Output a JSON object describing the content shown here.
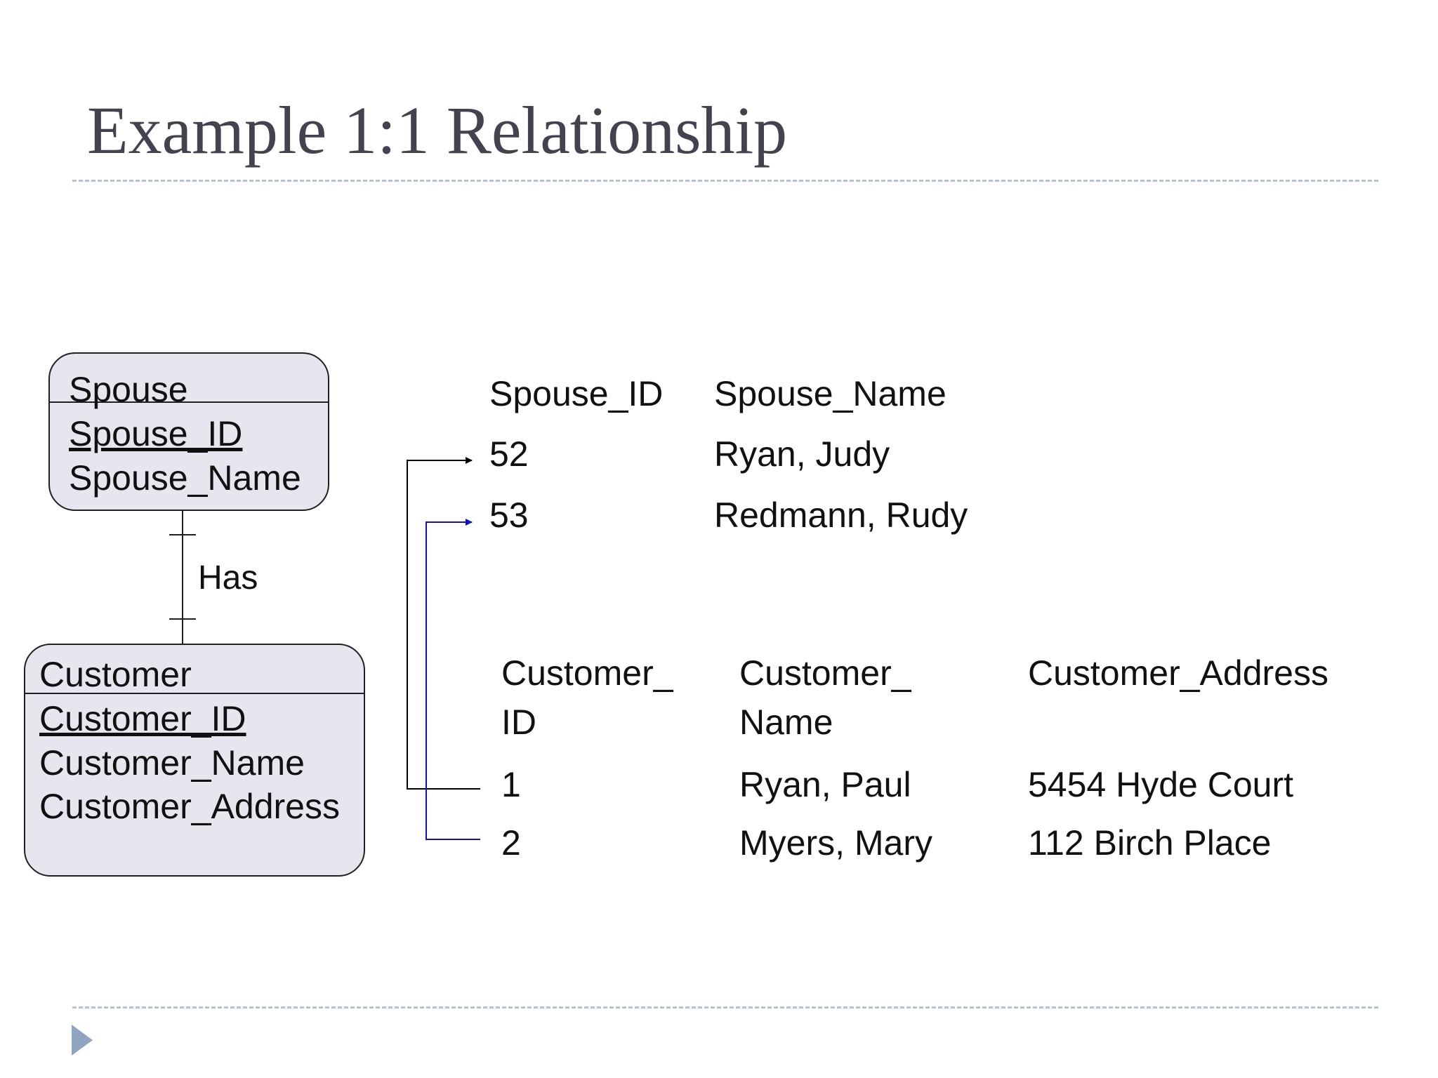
{
  "title": "Example 1:1 Relationship",
  "erd": {
    "spouse_entity": {
      "name": "Spouse",
      "key_attribute": "Spouse_ID",
      "attributes": [
        "Spouse_Name"
      ]
    },
    "relationship_label": "Has",
    "customer_entity": {
      "name": "Customer",
      "key_attribute": "Customer_ID",
      "attributes": [
        "Customer_Name",
        "Customer_Address"
      ]
    }
  },
  "spouse_table": {
    "headers": [
      "Spouse_ID",
      "Spouse_Name"
    ],
    "rows": [
      [
        "52",
        "Ryan, Judy"
      ],
      [
        "53",
        "Redmann, Rudy"
      ]
    ]
  },
  "customer_table": {
    "headers": [
      [
        "Customer_",
        "ID"
      ],
      [
        "Customer_",
        "Name"
      ],
      [
        "Customer_Address"
      ]
    ],
    "rows": [
      [
        "1",
        "Ryan, Paul",
        "5454 Hyde Court"
      ],
      [
        "2",
        "Myers, Mary",
        "112 Birch Place"
      ]
    ]
  },
  "colors": {
    "title": "#434350",
    "entity_fill": "#e6e6ee",
    "connector_row1": "#000000",
    "connector_row2": "#1010c8",
    "rule": "#b8c2d2",
    "corner_arrow": "#8ea4c0"
  },
  "icons": {
    "corner": "triangle-right-icon"
  }
}
